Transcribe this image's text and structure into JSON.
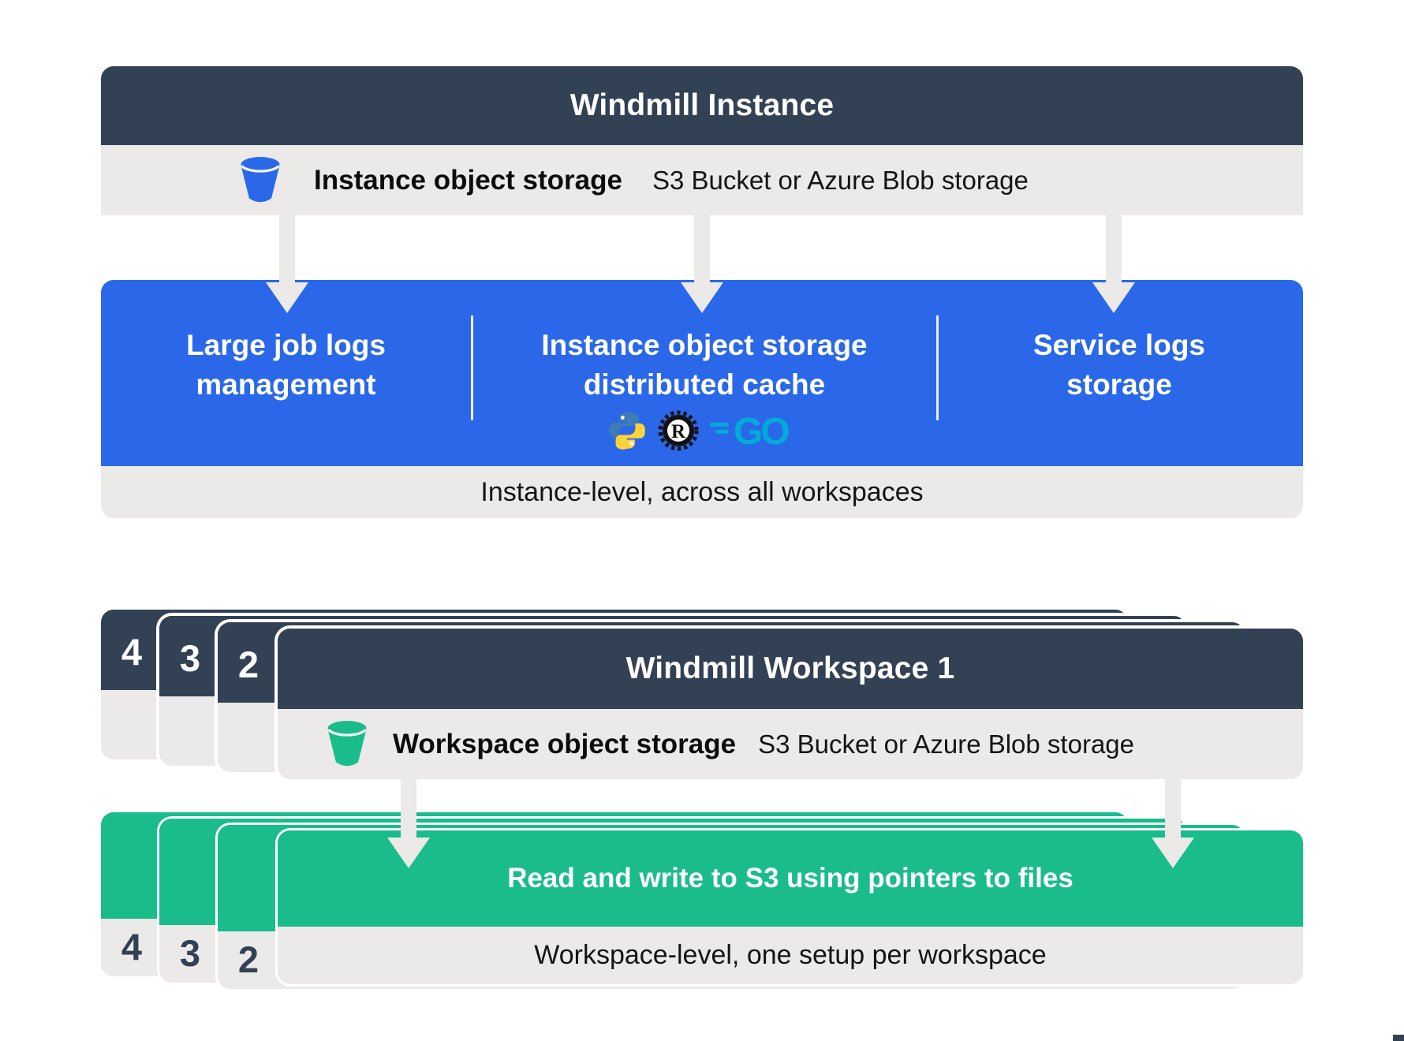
{
  "colors": {
    "header_dark": "#334155",
    "accent_blue": "#2a68e9",
    "accent_green": "#1abc8c",
    "bar_gray": "#eceae9",
    "python_blue": "#3e7cb8",
    "python_yellow": "#ffd43b",
    "rust_black": "#111111",
    "go_cyan": "#00acd7"
  },
  "instance": {
    "title": "Windmill Instance",
    "storage": {
      "label": "Instance object storage",
      "detail": "S3 Bucket or Azure Blob storage"
    },
    "features": [
      {
        "line1": "Large job logs",
        "line2": "management"
      },
      {
        "line1": "Instance object storage",
        "line2": "distributed cache"
      },
      {
        "line1": "Service logs",
        "line2": "storage"
      }
    ],
    "language_icons": [
      "python-icon",
      "rust-icon",
      "go-icon"
    ],
    "go_label": "GO",
    "rust_label": "R",
    "caption": "Instance-level, across all workspaces"
  },
  "workspace": {
    "title": "Windmill Workspace 1",
    "stack_numbers": [
      "4",
      "3",
      "2"
    ],
    "storage": {
      "label": "Workspace object storage",
      "detail": "S3 Bucket or Azure Blob storage"
    },
    "action": "Read and write to S3 using pointers to files",
    "caption": "Workspace-level, one setup per workspace"
  }
}
